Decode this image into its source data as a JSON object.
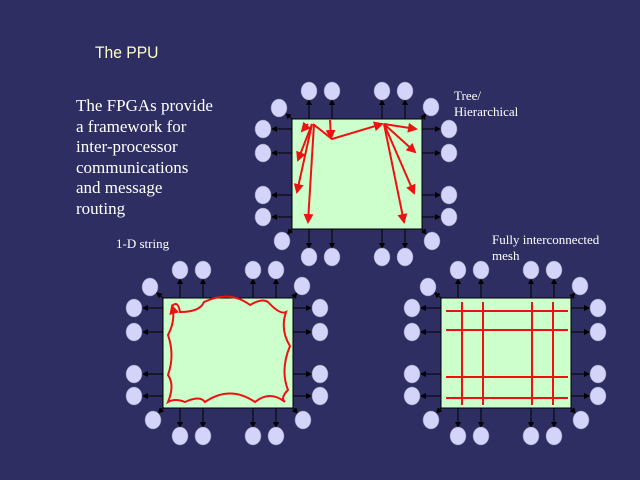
{
  "title": "The PPU",
  "body_lines": [
    "The FPGAs provide",
    "a framework for",
    "inter-processor",
    "communications",
    "and message",
    "routing"
  ],
  "labels": {
    "tree": [
      "Tree/",
      "Hierarchical"
    ],
    "string": "1-D string",
    "mesh": [
      "Fully interconnected",
      "mesh"
    ]
  },
  "colors": {
    "background": "#2e2e62",
    "chip": "#ccffcc",
    "node": "#d4d4fa",
    "route": "#ee1111"
  }
}
